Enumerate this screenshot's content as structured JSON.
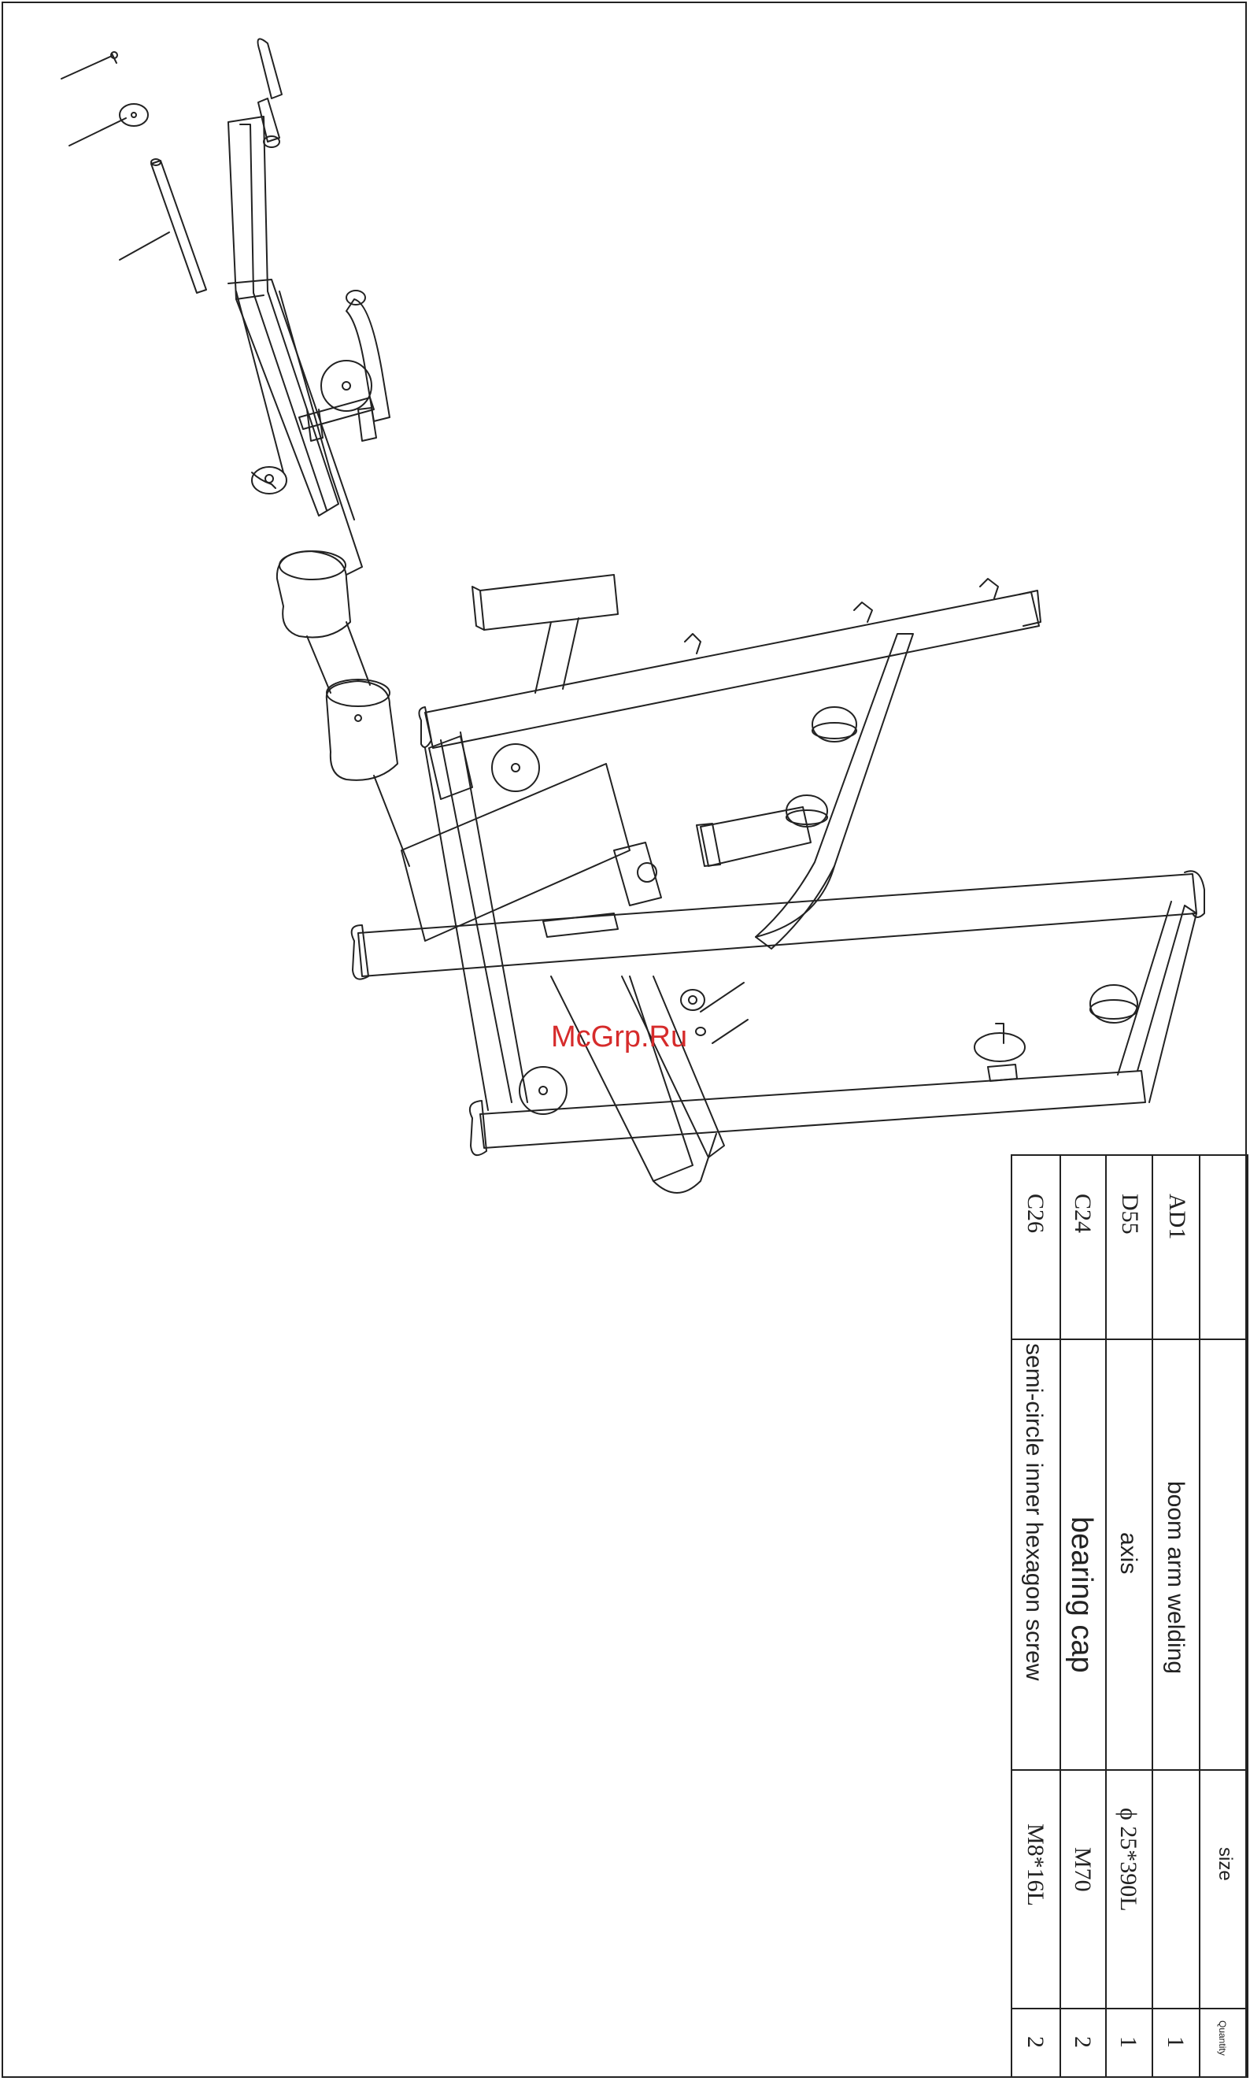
{
  "watermark": "McGrp.Ru",
  "table": {
    "headers": {
      "size": "size",
      "quantity": "Quantity"
    },
    "rows": [
      {
        "code": "AD1",
        "name": "boom arm welding",
        "size": "",
        "qty": "1"
      },
      {
        "code": "D55",
        "name": "axis",
        "size": "ϕ 25*390L",
        "qty": "1"
      },
      {
        "code": "C24",
        "name": "bearing cap",
        "size": "M70",
        "qty": "2"
      },
      {
        "code": "C26",
        "name": "semi-circle inner hexagon screw",
        "size": "M8*16L",
        "qty": "2"
      }
    ]
  },
  "colors": {
    "line": "#222222",
    "watermark": "#d62b2b"
  }
}
